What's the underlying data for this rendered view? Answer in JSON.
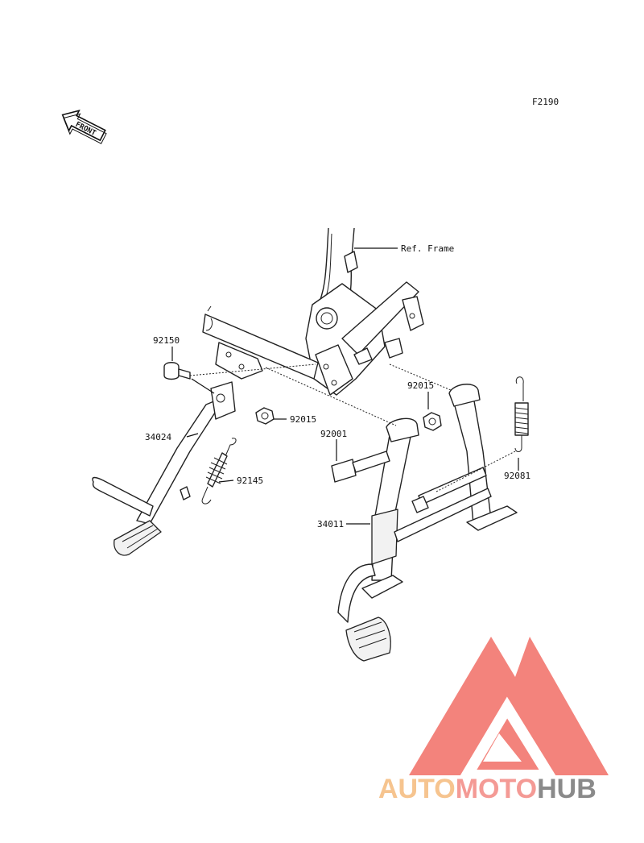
{
  "drawing_code": "F2190",
  "front_tag": "FRONT",
  "ref_frame": "Ref. Frame",
  "callouts": {
    "p92150": "92150",
    "p34024": "34024",
    "p92015a": "92015",
    "p92145": "92145",
    "p92015b": "92015",
    "p92001": "92001",
    "p34011": "34011",
    "p92081": "92081"
  },
  "watermark": {
    "brand_auto": "AUTO",
    "brand_moto": "MOTO",
    "brand_hub": "HUB",
    "colors": {
      "auto": "#f6c48f",
      "moto": "#f49a95",
      "hub": "#8a8a8a",
      "triangle": "#f26e66"
    }
  }
}
